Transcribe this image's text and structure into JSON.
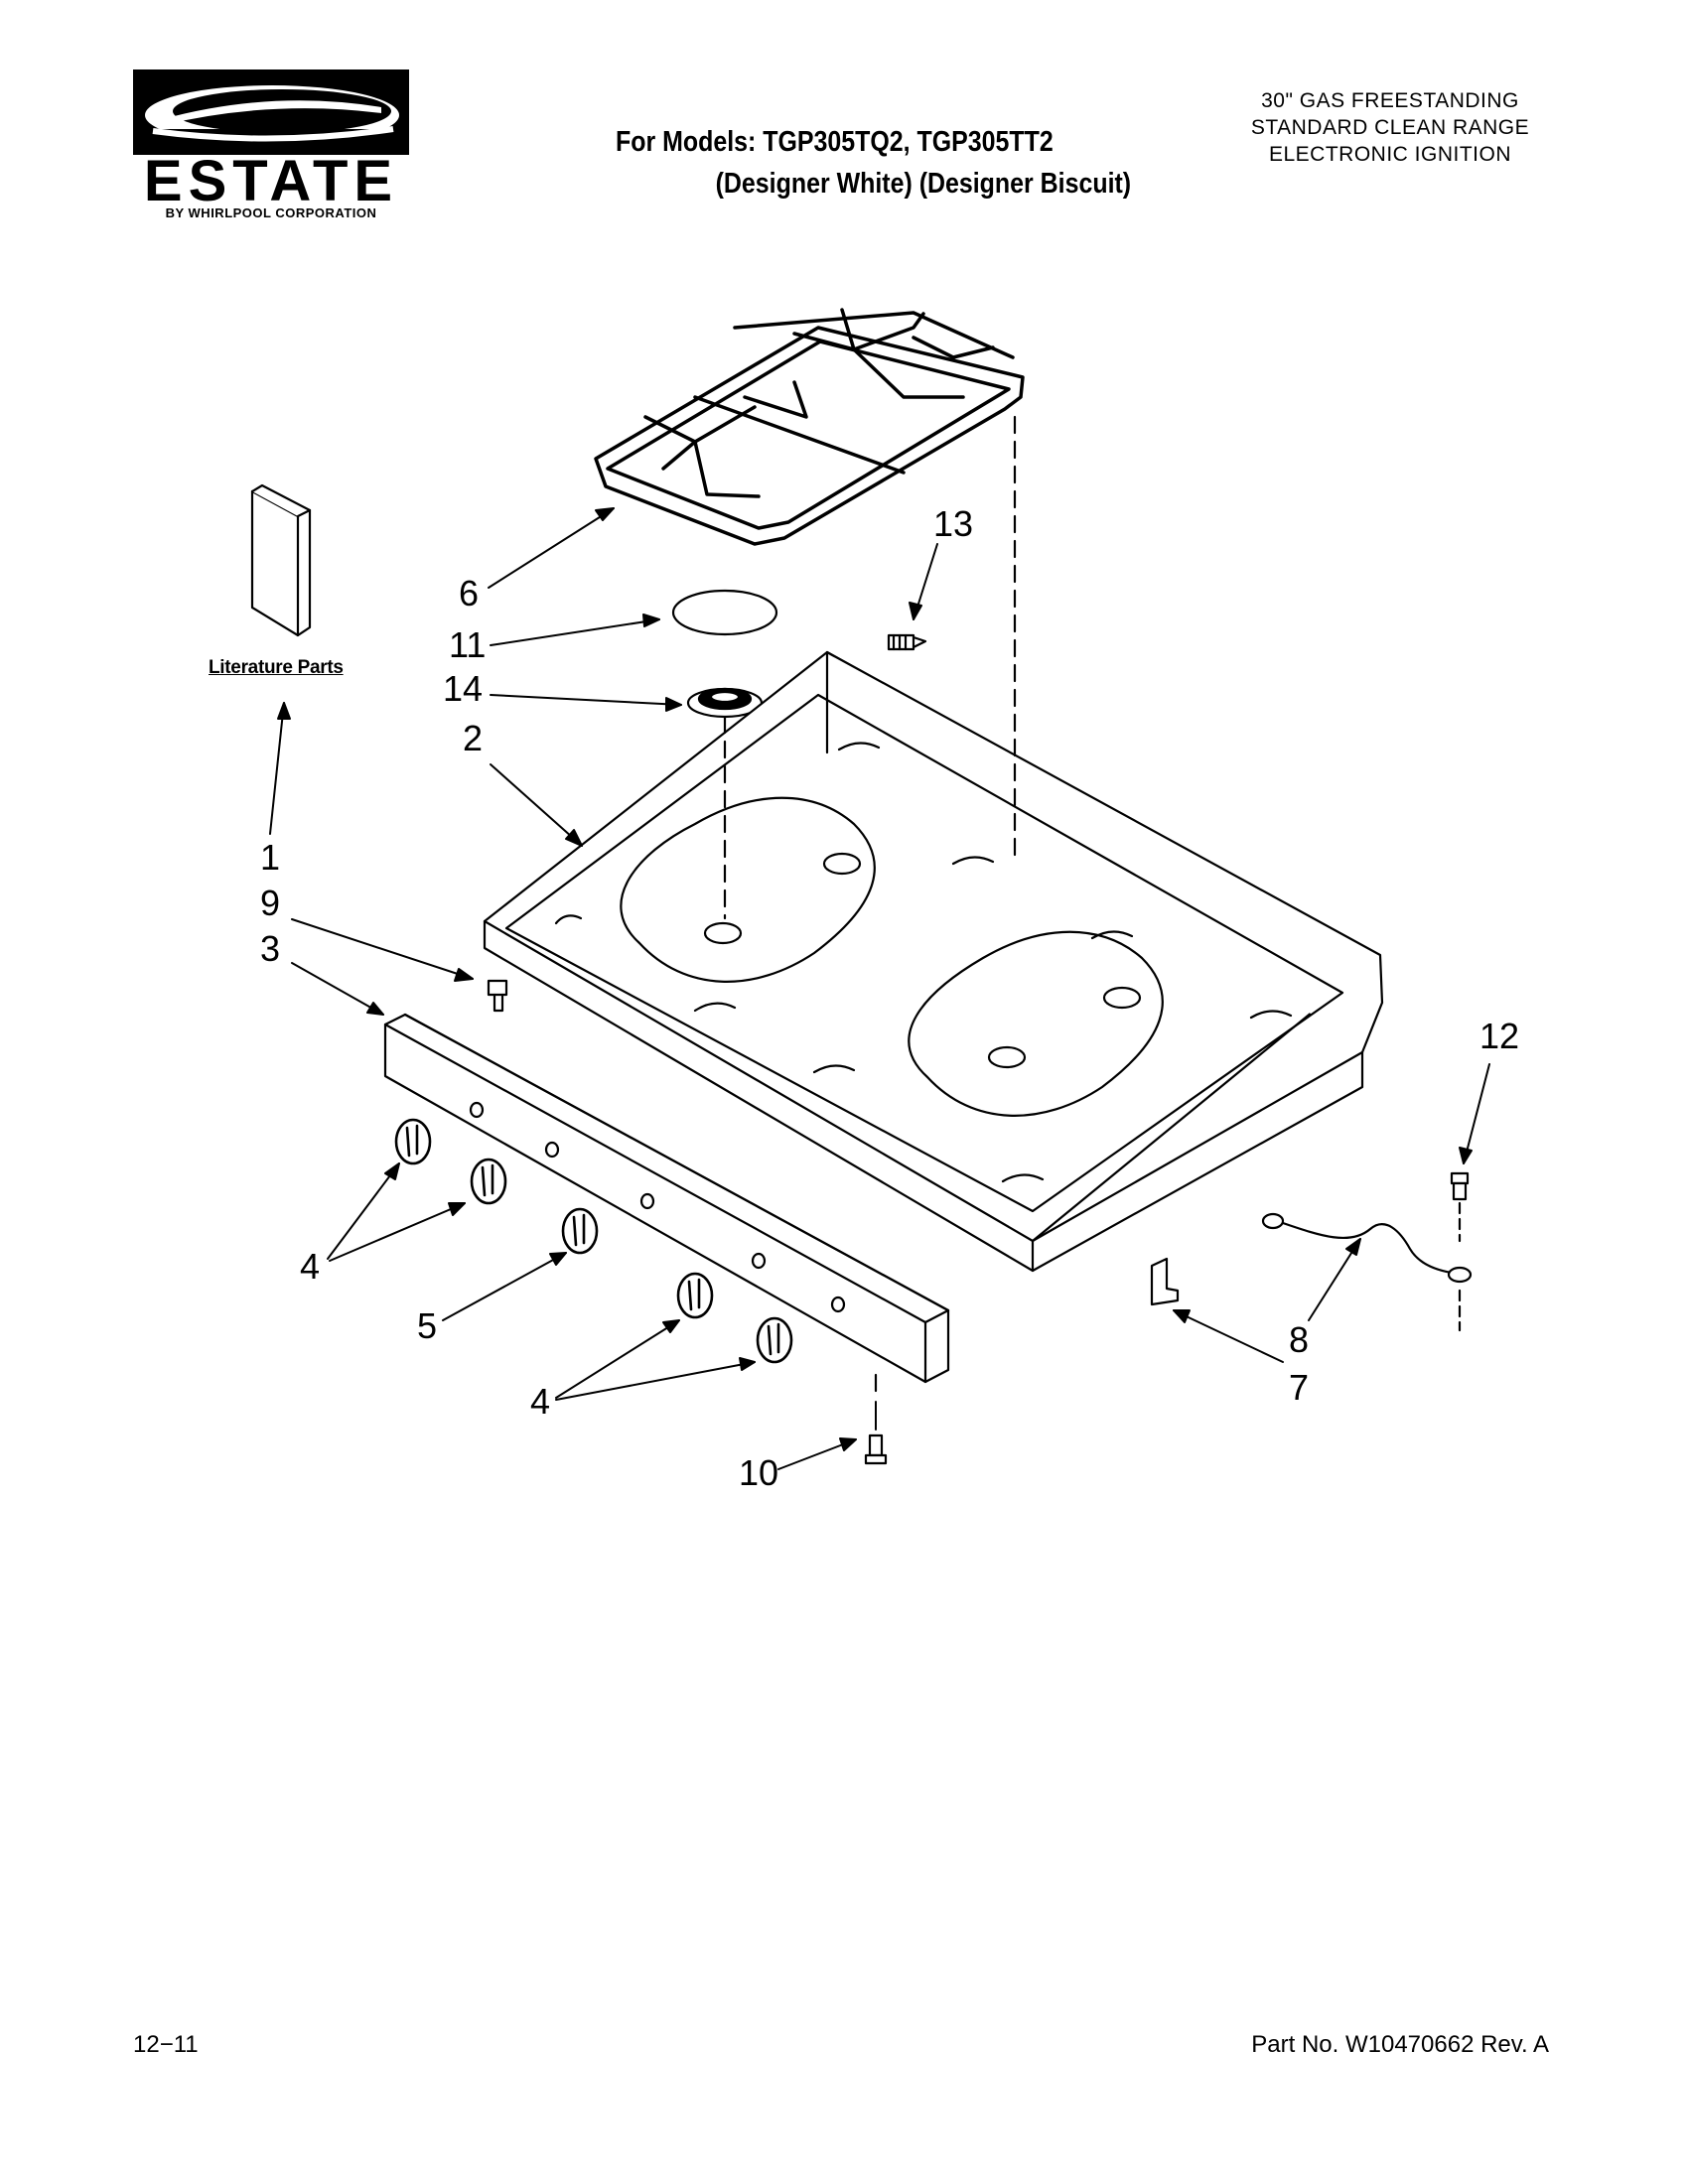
{
  "header": {
    "brand": "ESTATE",
    "brand_sub": "BY WHIRLPOOL CORPORATION",
    "models_line1": "For Models: TGP305TQ2, TGP305TT2",
    "models_line2": "(Designer White) (Designer Biscuit)",
    "range_type_line1": "30\" GAS FREESTANDING",
    "range_type_line2": "STANDARD CLEAN RANGE",
    "range_type_line3": "ELECTRONIC IGNITION"
  },
  "diagram": {
    "literature_label": "Literature Parts",
    "callouts": {
      "c1": "1",
      "c2": "2",
      "c3": "3",
      "c4a": "4",
      "c4b": "4",
      "c5": "5",
      "c6": "6",
      "c7": "7",
      "c8": "8",
      "c9": "9",
      "c10": "10",
      "c11": "11",
      "c12": "12",
      "c13": "13",
      "c14": "14"
    }
  },
  "footer": {
    "date": "12−11",
    "part_number": "Part No. W10470662 Rev. A"
  }
}
